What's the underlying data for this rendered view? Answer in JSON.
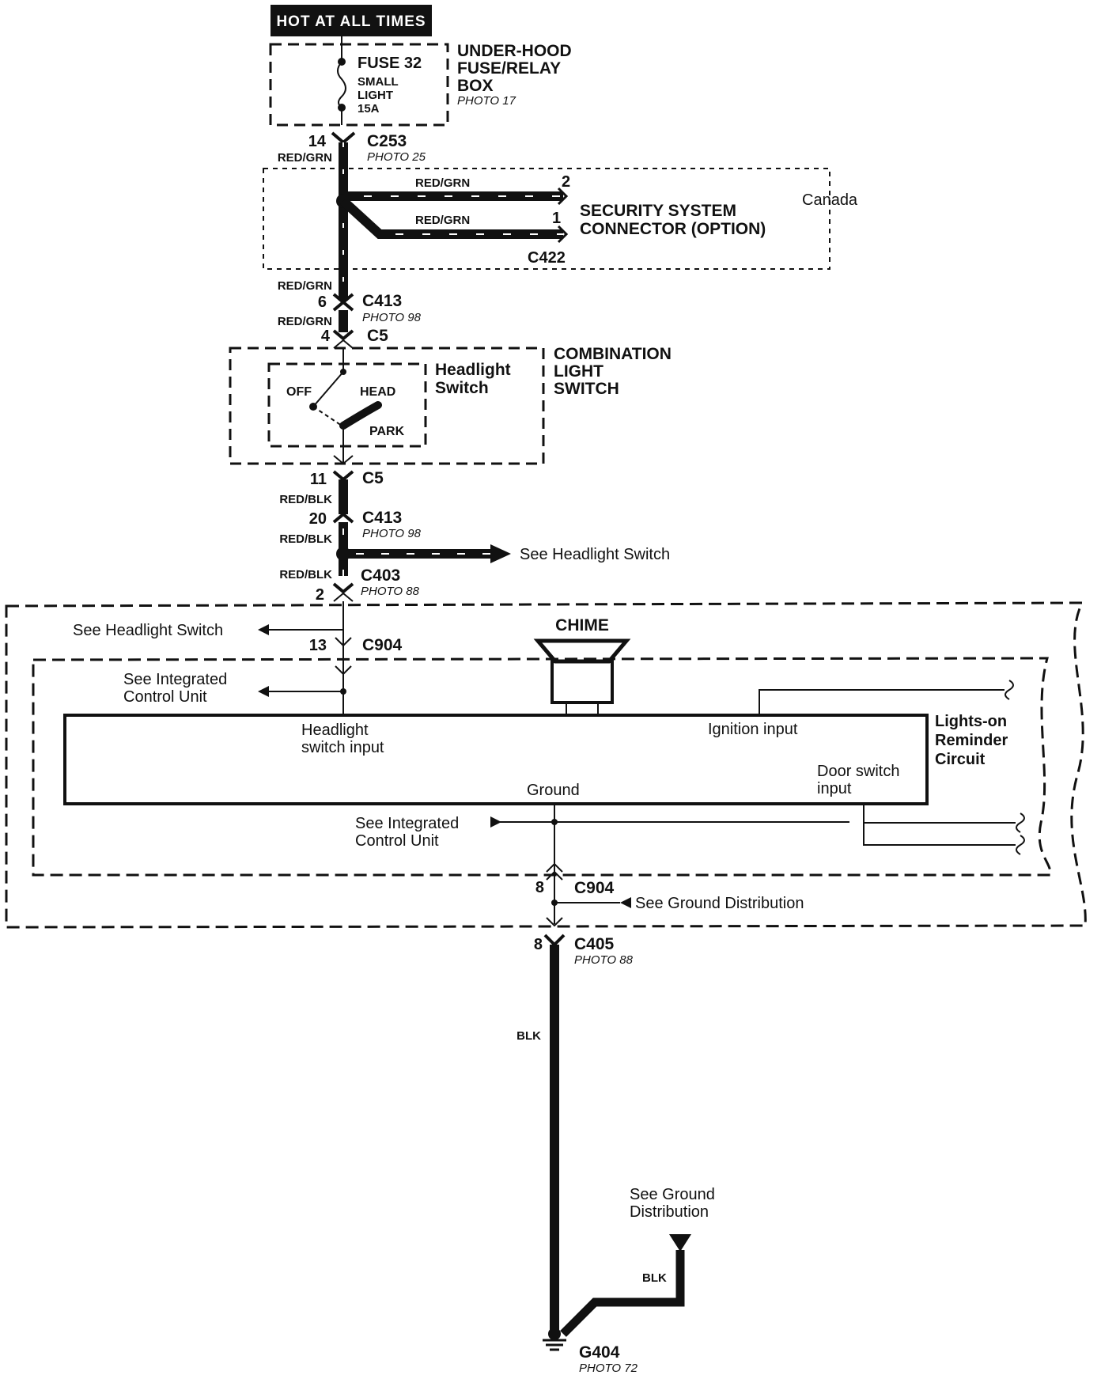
{
  "hot_label": "HOT AT ALL TIMES",
  "fuse_box": {
    "fuse": "FUSE 32",
    "fuse_name_1": "SMALL",
    "fuse_name_2": "LIGHT",
    "fuse_rating": "15A",
    "name_1": "UNDER-HOOD",
    "name_2": "FUSE/RELAY",
    "name_3": "BOX",
    "photo": "PHOTO 17"
  },
  "c253": {
    "pin": "14",
    "name": "C253",
    "photo": "PHOTO 25",
    "wire": "RED/GRN"
  },
  "security": {
    "region": "Canada",
    "wire_top": "RED/GRN",
    "wire_bottom": "RED/GRN",
    "pin_top": "2",
    "pin_bottom": "1",
    "name_1": "SECURITY SYSTEM",
    "name_2": "CONNECTOR (OPTION)",
    "connector": "C422"
  },
  "c413_top": {
    "wire_above": "RED/GRN",
    "pin": "6",
    "name": "C413",
    "photo": "PHOTO 98",
    "wire_below": "RED/GRN"
  },
  "c5_top": {
    "pin": "4",
    "name": "C5"
  },
  "combination_switch": {
    "name_1": "COMBINATION",
    "name_2": "LIGHT",
    "name_3": "SWITCH",
    "inner_1": "Headlight",
    "inner_2": "Switch",
    "off": "OFF",
    "head": "HEAD",
    "park": "PARK"
  },
  "c5_bottom": {
    "pin": "11",
    "name": "C5",
    "wire": "RED/BLK"
  },
  "c413_bottom": {
    "pin": "20",
    "name": "C413",
    "photo": "PHOTO 98",
    "wire": "RED/BLK"
  },
  "see_headlight_switch_1": "See Headlight Switch",
  "c403": {
    "wire": "RED/BLK",
    "name": "C403",
    "photo": "PHOTO 88",
    "pin": "2"
  },
  "see_headlight_switch_2": "See Headlight Switch",
  "c904_top": {
    "pin": "13",
    "name": "C904"
  },
  "chime": "CHIME",
  "see_icu_1": {
    "line1": "See  Integrated",
    "line2": "Control Unit"
  },
  "module": {
    "headlight_1": "Headlight",
    "headlight_2": "switch input",
    "ignition": "Ignition input",
    "door_1": "Door switch",
    "door_2": "input",
    "ground": "Ground"
  },
  "reminder": {
    "line1": "Lights-on",
    "line2": "Reminder",
    "line3": "Circuit"
  },
  "see_icu_2": {
    "line1": "See  Integrated",
    "line2": "Control Unit"
  },
  "c904_bottom": {
    "pin": "8",
    "name": "C904"
  },
  "see_ground_dist_1": "See Ground Distribution",
  "c405": {
    "pin": "8",
    "name": "C405",
    "photo": "PHOTO 88"
  },
  "blk_main": "BLK",
  "see_ground_dist_2": {
    "line1": "See Ground",
    "line2": "Distribution"
  },
  "blk_branch": "BLK",
  "g404": {
    "name": "G404",
    "photo": "PHOTO 72"
  },
  "colors": {
    "wire": "#111111",
    "background": "#ffffff"
  }
}
